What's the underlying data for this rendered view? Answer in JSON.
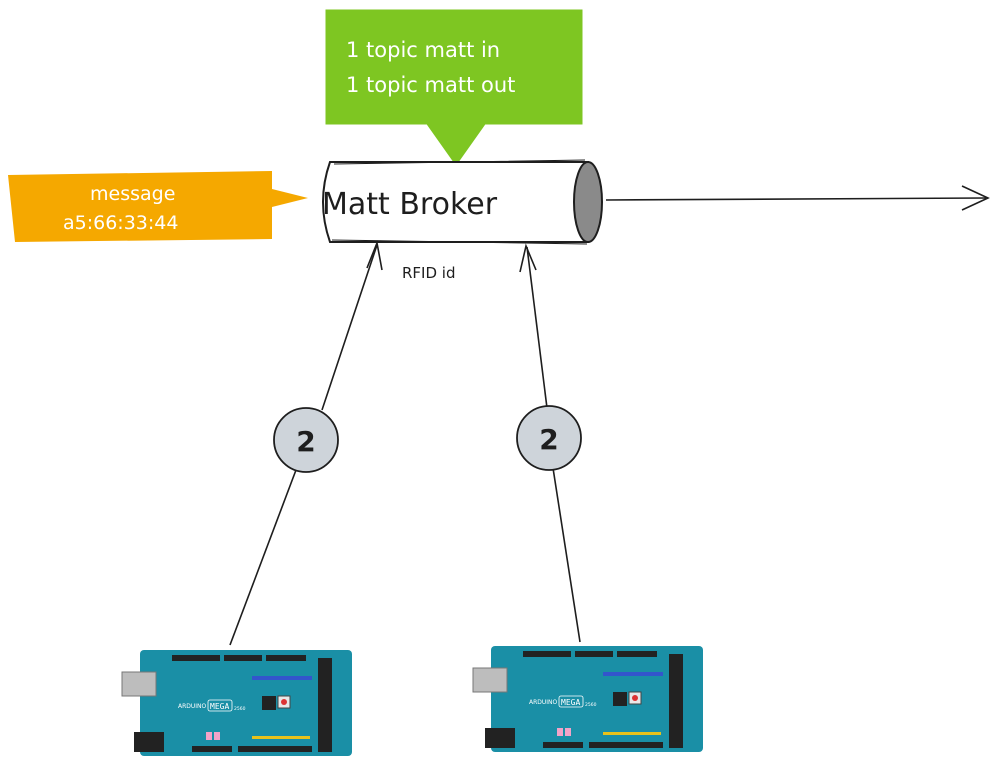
{
  "broker": {
    "label": "Matt Broker"
  },
  "topic_note": {
    "line1": "1 topic matt in",
    "line2": "1 topic matt out",
    "color": "#7ec622"
  },
  "message_note": {
    "line1": "message",
    "line2": "a5:66:33:44",
    "color": "#f5a800"
  },
  "rfid_label": "RFID id",
  "badges": [
    {
      "label": "2"
    },
    {
      "label": "2"
    }
  ],
  "boards": [
    {
      "brand": "ARDUINO",
      "model": "MEGA",
      "model_suffix": "2560",
      "color": "#1a8fa6"
    },
    {
      "brand": "ARDUINO",
      "model": "MEGA",
      "model_suffix": "2560",
      "color": "#1a8fa6"
    }
  ]
}
